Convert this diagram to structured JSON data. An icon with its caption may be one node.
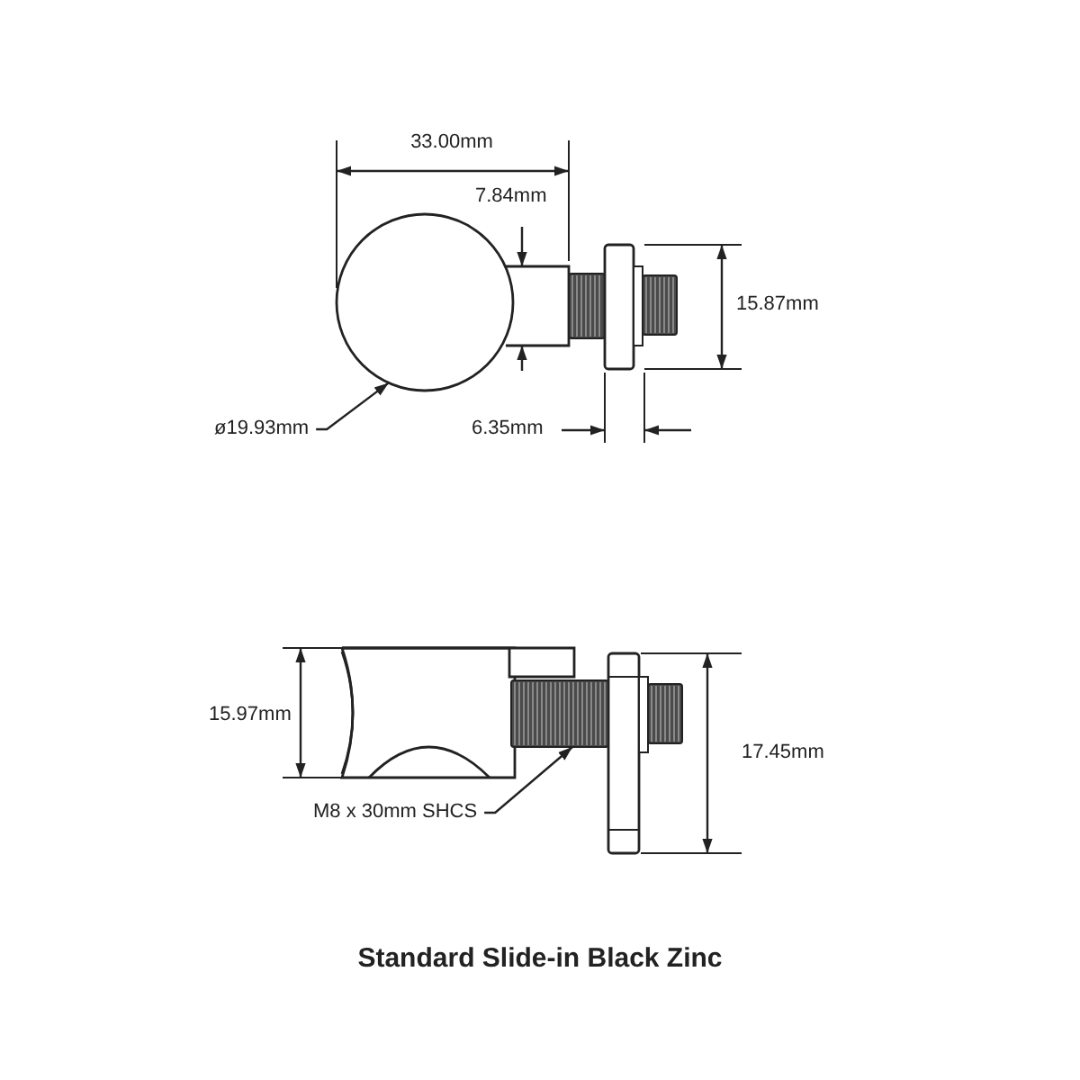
{
  "diagram": {
    "caption": "Standard Slide-in Black Zinc",
    "nodes": [
      {
        "text": [
          "ø19.93mm"
        ]
      },
      {
        "text": [],
        "shape": "circle"
      },
      {
        "text": [
          "M8 x 30mm SHCS"
        ]
      },
      {
        "text": [],
        "shape": "bar"
      }
    ],
    "edges": [
      {
        "from": 0,
        "to": 1,
        "arrow": "to"
      },
      {
        "from": 2,
        "to": 3,
        "arrow": "to"
      }
    ],
    "labels": [
      "33.00mm",
      "7.84mm",
      "15.87mm",
      "6.35mm",
      "15.97mm",
      "17.45mm"
    ]
  }
}
